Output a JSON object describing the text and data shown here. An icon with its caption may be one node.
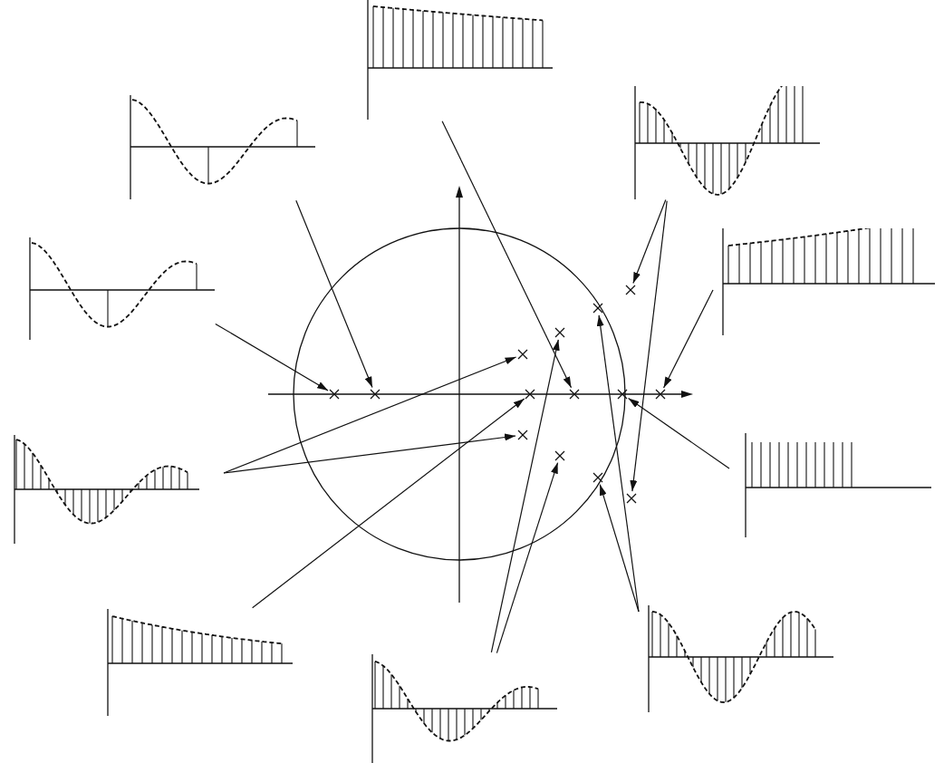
{
  "diagram": {
    "nodes": [
      {
        "text": [],
        "shape": "picture"
      },
      {
        "text": [],
        "shape": "picture"
      },
      {
        "text": [],
        "shape": "picture"
      },
      {
        "text": [],
        "shape": "picture"
      },
      {
        "text": [],
        "shape": "picture"
      },
      {
        "text": [],
        "shape": "picture"
      },
      {
        "text": [],
        "shape": "picture"
      },
      {
        "text": [],
        "shape": "picture"
      },
      {
        "text": [],
        "shape": "picture"
      },
      {
        "text": [],
        "shape": "picture"
      },
      {
        "text": [],
        "shape": "cross"
      },
      {
        "text": [],
        "shape": "cross"
      },
      {
        "text": [],
        "shape": "cross"
      },
      {
        "text": [],
        "shape": "cross"
      },
      {
        "text": [],
        "shape": "cross"
      },
      {
        "text": [],
        "shape": "cross"
      },
      {
        "text": [],
        "shape": "cross"
      },
      {
        "text": [],
        "shape": "cross"
      },
      {
        "text": [],
        "shape": "cross"
      },
      {
        "text": [],
        "shape": "cross"
      },
      {
        "text": [],
        "shape": "cross"
      },
      {
        "text": [],
        "shape": "cross"
      },
      {
        "text": [],
        "shape": "cross"
      },
      {
        "text": [],
        "shape": "cross"
      }
    ],
    "edges": [
      {
        "from": 0,
        "to": 13,
        "arrow": "to"
      },
      {
        "from": 1,
        "to": 11,
        "arrow": "to"
      },
      {
        "from": 4,
        "to": 10,
        "arrow": "to"
      },
      {
        "from": 2,
        "to": 22,
        "arrow": "to"
      },
      {
        "from": 2,
        "to": 23,
        "arrow": "to"
      },
      {
        "from": 3,
        "to": 15,
        "arrow": "to"
      },
      {
        "from": 6,
        "to": 14,
        "arrow": "to"
      },
      {
        "from": 5,
        "to": 16,
        "arrow": "to"
      },
      {
        "from": 5,
        "to": 17,
        "arrow": "to"
      },
      {
        "from": 7,
        "to": 12,
        "arrow": "to"
      },
      {
        "from": 8,
        "to": 20,
        "arrow": "to"
      },
      {
        "from": 8,
        "to": 21,
        "arrow": "to"
      },
      {
        "from": 9,
        "to": 18,
        "arrow": "to"
      },
      {
        "from": 9,
        "to": 19,
        "arrow": "to"
      }
    ]
  }
}
